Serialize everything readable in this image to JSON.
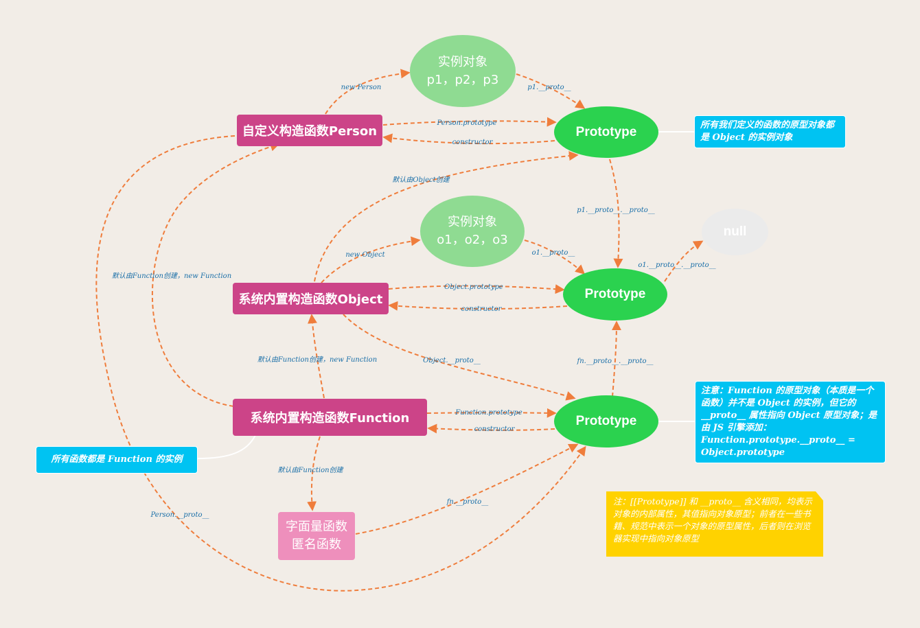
{
  "nodes": {
    "person_ctor": "自定义构造函数Person",
    "object_ctor": "系统内置构造函数Object",
    "function_ctor": "系统内置构造函数Function",
    "instance_p": {
      "line1": "实例对象",
      "line2": "p1，p2，p3"
    },
    "instance_o": {
      "line1": "实例对象",
      "line2": "o1，o2，o3"
    },
    "prototype_person": "Prototype",
    "prototype_object": "Prototype",
    "prototype_function": "Prototype",
    "null_node": "null",
    "literal_fn": {
      "line1": "字面量函数",
      "line2": "匿名函数"
    }
  },
  "edge_labels": {
    "new_person": "new Person",
    "p1_proto": "p1.__proto__",
    "person_prototype": "Person.prototype",
    "person_constructor": "constructor",
    "default_object_create": "默认由Object创建",
    "p1_proto_proto": "p1.__proto__.__proto__",
    "new_object": "new Object",
    "o1_proto": "o1.__proto__",
    "o1_proto_proto": "o1.__proto__.__proto__",
    "object_prototype": "Object.prototype",
    "object_constructor": "constructor",
    "default_function_new_left": "默认由Function创建，new Function",
    "default_function_new_mid": "默认由Function创建，new Function",
    "object_proto": "Object.__proto__",
    "fn_proto_proto": "fn.__proto__.__proto__",
    "function_prototype": "Function.prototype",
    "function_constructor": "constructor",
    "default_function_create": "默认由Function创建",
    "fn_proto": "fn.__proto__",
    "person_proto": "Person.__proto__"
  },
  "notes": {
    "top_right": "所有我们定义的函数的原型对象都是 Object 的实例对象",
    "left": "所有函数都是 Function 的实例",
    "mid_right": "注意：Function 的原型对象（本质是一个函数）并不是 Object 的实例，但它的 __proto__ 属性指向 Object 原型对象；是由 JS 引擎添加：Function.prototype.__proto__ = Object.prototype",
    "yellow": "注：[[Prototype]] 和 __proto__ 含义相同，均表示对象的内部属性，其值指向对象原型；前者在一些书籍、规范中表示一个对象的原型属性，后者则在浏览器实现中指向对象原型"
  },
  "colors": {
    "background": "#f2ede7",
    "constructor_fill": "#cc4488",
    "prototype_fill": "#2bd24f",
    "instance_fill": "#8fdb92",
    "literal_fill": "#ee8fbc",
    "null_fill": "#ebebeb",
    "note_blue": "#00c3f2",
    "note_yellow": "#ffd200",
    "edge": "#ef7d3c",
    "edge_label": "#1a6fa8"
  }
}
